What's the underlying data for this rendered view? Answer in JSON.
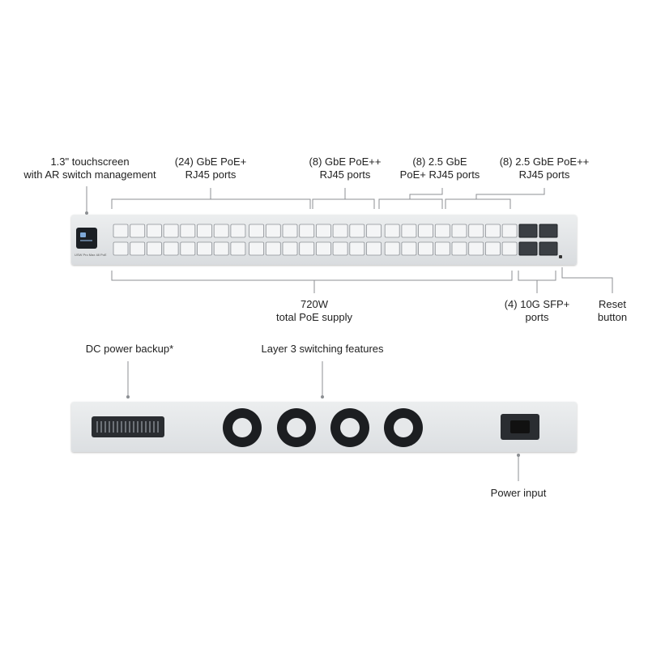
{
  "labels": {
    "touchscreen": [
      "1.3\" touchscreen",
      "with AR switch management"
    ],
    "gbe_poe_plus": [
      "(24) GbE PoE+",
      "RJ45 ports"
    ],
    "gbe_poe_plusplus": [
      "(8) GbE PoE++",
      "RJ45 ports"
    ],
    "g25_poe_plus": [
      "(8) 2.5 GbE",
      "PoE+ RJ45 ports"
    ],
    "g25_poe_plusplus": [
      "(8) 2.5 GbE PoE++",
      "RJ45 ports"
    ],
    "poe_supply": [
      "720W",
      "total PoE supply"
    ],
    "sfp": [
      "(4) 10G SFP+",
      "ports"
    ],
    "reset": [
      "Reset",
      "button"
    ],
    "dc_backup": "DC power backup*",
    "layer3": "Layer 3 switching features",
    "power_input": "Power input"
  },
  "device": {
    "brand_text": "USW Pro Max 48 PoE",
    "colors": {
      "chassis": "#dfe2e5",
      "port": "#f4f5f6",
      "fan": "#1c1e21",
      "screen": "#1b1f24"
    }
  }
}
